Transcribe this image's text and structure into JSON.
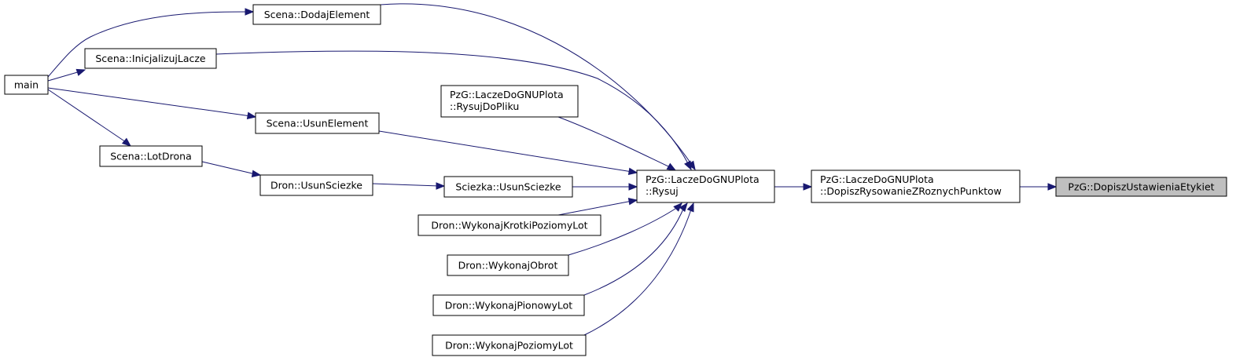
{
  "diagram": {
    "nodes": {
      "main": {
        "lines": [
          "main"
        ]
      },
      "dodaj": {
        "lines": [
          "Scena::DodajElement"
        ]
      },
      "inic": {
        "lines": [
          "Scena::InicjalizujLacze"
        ]
      },
      "usunel": {
        "lines": [
          "Scena::UsunElement"
        ]
      },
      "lot": {
        "lines": [
          "Scena::LotDrona"
        ]
      },
      "dusun": {
        "lines": [
          "Dron::UsunSciezke"
        ]
      },
      "rysplik": {
        "lines": [
          "PzG::LaczeDoGNUPlota",
          "::RysujDoPliku"
        ]
      },
      "susun": {
        "lines": [
          "Sciezka::UsunSciezke"
        ]
      },
      "krot": {
        "lines": [
          "Dron::WykonajKrotkiPoziomyLot"
        ]
      },
      "obrot": {
        "lines": [
          "Dron::WykonajObrot"
        ]
      },
      "pion": {
        "lines": [
          "Dron::WykonajPionowyLot"
        ]
      },
      "poz": {
        "lines": [
          "Dron::WykonajPoziomyLot"
        ]
      },
      "rysuj": {
        "lines": [
          "PzG::LaczeDoGNUPlota",
          "::Rysuj"
        ]
      },
      "dopisz": {
        "lines": [
          "PzG::LaczeDoGNUPlota",
          "::DopiszRysowanieZRoznychPunktow"
        ]
      },
      "ustaw": {
        "lines": [
          "PzG::DopiszUstawieniaEtykiet"
        ],
        "highlighted": true
      }
    },
    "edges": [
      [
        "main",
        "dodaj"
      ],
      [
        "main",
        "inic"
      ],
      [
        "main",
        "usunel"
      ],
      [
        "main",
        "lot"
      ],
      [
        "lot",
        "dusun"
      ],
      [
        "dusun",
        "susun"
      ],
      [
        "dodaj",
        "rysuj"
      ],
      [
        "inic",
        "rysuj"
      ],
      [
        "usunel",
        "rysuj"
      ],
      [
        "rysplik",
        "rysuj"
      ],
      [
        "susun",
        "rysuj"
      ],
      [
        "krot",
        "rysuj"
      ],
      [
        "obrot",
        "rysuj"
      ],
      [
        "pion",
        "rysuj"
      ],
      [
        "poz",
        "rysuj"
      ],
      [
        "rysuj",
        "dopisz"
      ],
      [
        "dopisz",
        "ustaw"
      ]
    ],
    "colors": {
      "edge": "#191970",
      "node_fill": "#ffffff",
      "highlight_fill": "#bfbfbf",
      "border": "#000000"
    }
  }
}
